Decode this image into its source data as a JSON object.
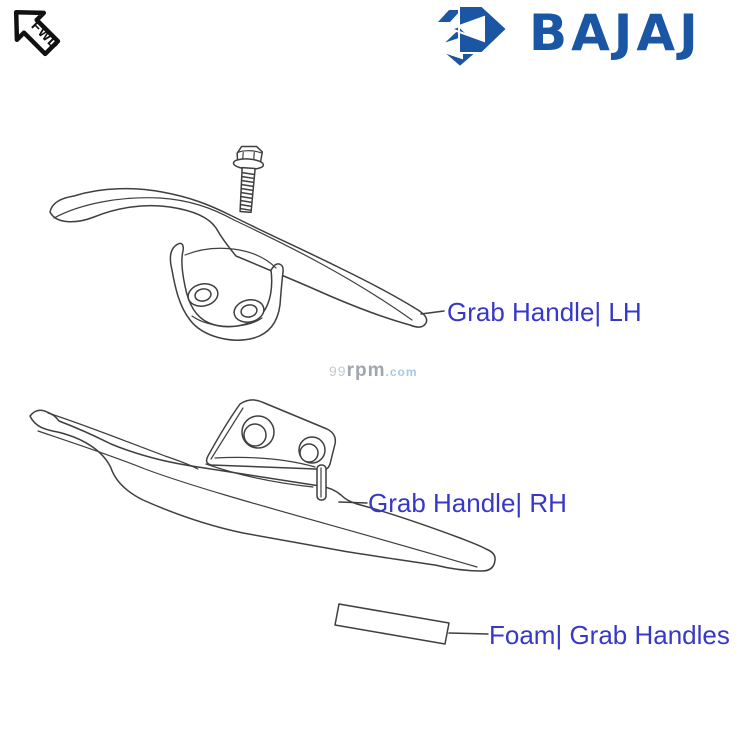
{
  "header": {
    "fwd_label": "FWD",
    "brand": "BAJAJ",
    "brand_color": "#1B56A5"
  },
  "watermark": {
    "num": "99",
    "mid": "rpm",
    "tld": ".com"
  },
  "parts": [
    {
      "id": "grab-handle-lh",
      "label": "Grab Handle| LH"
    },
    {
      "id": "grab-handle-rh",
      "label": "Grab Handle| RH"
    },
    {
      "id": "foam-grab-handles",
      "label": "Foam| Grab Handles"
    }
  ],
  "colors": {
    "label_text": "#3838C8",
    "line_art": "#3F3F3F",
    "foam_fill": "#C9C9C9",
    "brand_blue": "#1B56A5"
  }
}
